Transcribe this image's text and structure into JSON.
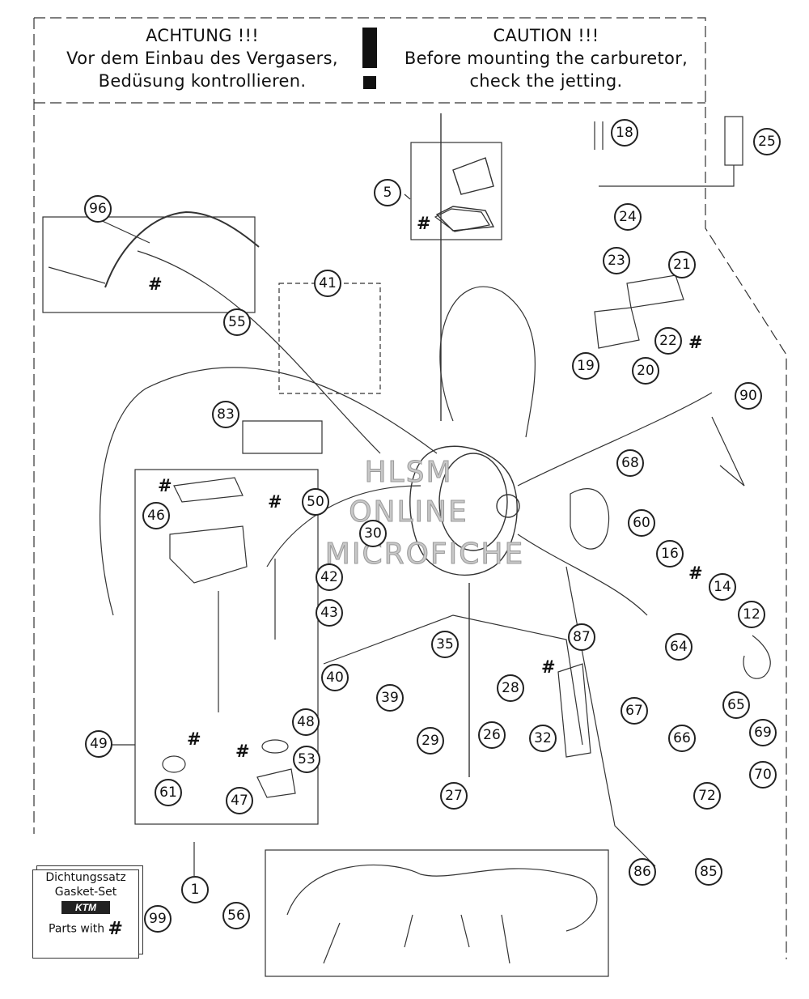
{
  "warning": {
    "de_title": "ACHTUNG !!!",
    "de_line1": "Vor dem Einbau des Vergasers,",
    "de_line2": "Bedüsung kontrollieren.",
    "en_title": "CAUTION !!!",
    "en_line1": "Before mounting the carburetor,",
    "en_line2": "check the jetting."
  },
  "watermark": {
    "line1": "HLSM",
    "line2": "ONLINE",
    "line3": "MICROFICHE"
  },
  "gasket_set": {
    "line1": "Dichtungssatz",
    "line2": "Gasket-Set",
    "logo": "KTM",
    "parts_label": "Parts with",
    "parts_symbol": "#"
  },
  "hash_symbol": "#",
  "callouts": [
    "96",
    "5",
    "18",
    "25",
    "24",
    "23",
    "21",
    "41",
    "55",
    "22",
    "19",
    "20",
    "90",
    "83",
    "68",
    "50",
    "46",
    "60",
    "30",
    "16",
    "42",
    "14",
    "43",
    "12",
    "87",
    "35",
    "64",
    "40",
    "28",
    "39",
    "67",
    "65",
    "48",
    "49",
    "29",
    "26",
    "32",
    "66",
    "69",
    "53",
    "70",
    "61",
    "47",
    "27",
    "72",
    "86",
    "85",
    "1",
    "99",
    "56"
  ],
  "colors": {
    "line": "#222222",
    "paper": "#ffffff",
    "watermark": "#c8c8c8"
  }
}
